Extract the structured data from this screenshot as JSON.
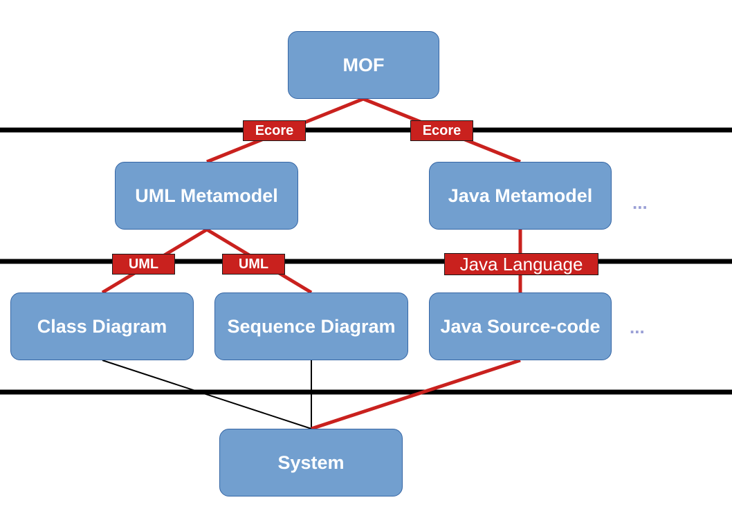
{
  "nodes": {
    "mof": "MOF",
    "uml_metamodel": "UML Metamodel",
    "java_metamodel": "Java Metamodel",
    "class_diagram": "Class Diagram",
    "sequence_diagram": "Sequence Diagram",
    "java_source_code": "Java Source-code",
    "system": "System"
  },
  "labels": {
    "ecore_left": "Ecore",
    "ecore_right": "Ecore",
    "uml_left": "UML",
    "uml_right": "UML",
    "java_language": "Java Language"
  },
  "ellipses": {
    "metamodel_level": "...",
    "model_level": "..."
  },
  "colors": {
    "node_fill": "#729fcf",
    "conformance_link": "#c9211e",
    "level_separator": "#000000",
    "ellipsis": "#9aa0d6"
  }
}
